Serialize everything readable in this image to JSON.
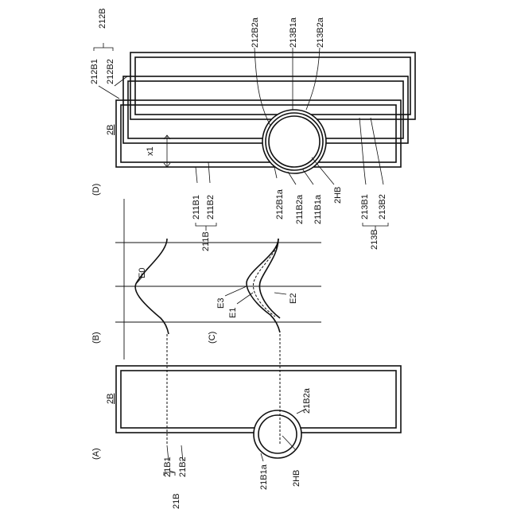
{
  "panels": {
    "A": "(A)",
    "B": "(B)",
    "C": "(C)",
    "D": "(D)"
  },
  "panel_a": {
    "ref": "2B",
    "group": "21B",
    "line1": "21B1",
    "line2": "21B2",
    "edge_left": "21B1a",
    "edge_right": "21B2a",
    "hole": "2HB"
  },
  "panel_b": {
    "curve": "E0"
  },
  "panel_c": {
    "curve_e1": "E1",
    "curve_e2": "E2",
    "curve_e3": "E3"
  },
  "panel_d": {
    "ref": "2B",
    "top_group": "212B",
    "top1": "212B1",
    "top2": "212B2",
    "top_edge_2a": "212B2a",
    "mid_edge_1a": "213B1a",
    "mid_edge_2a": "213B2a",
    "bottom_group": "211B",
    "bottom1": "211B1",
    "bottom2": "211B2",
    "edge_211b1a_left": "212B1a",
    "edge_211b2a": "211B2a",
    "edge_211b1a": "211B1a",
    "hole": "2HB",
    "third_group": "213B",
    "third1": "213B1",
    "third2": "213B2",
    "gap_label": "x1"
  }
}
